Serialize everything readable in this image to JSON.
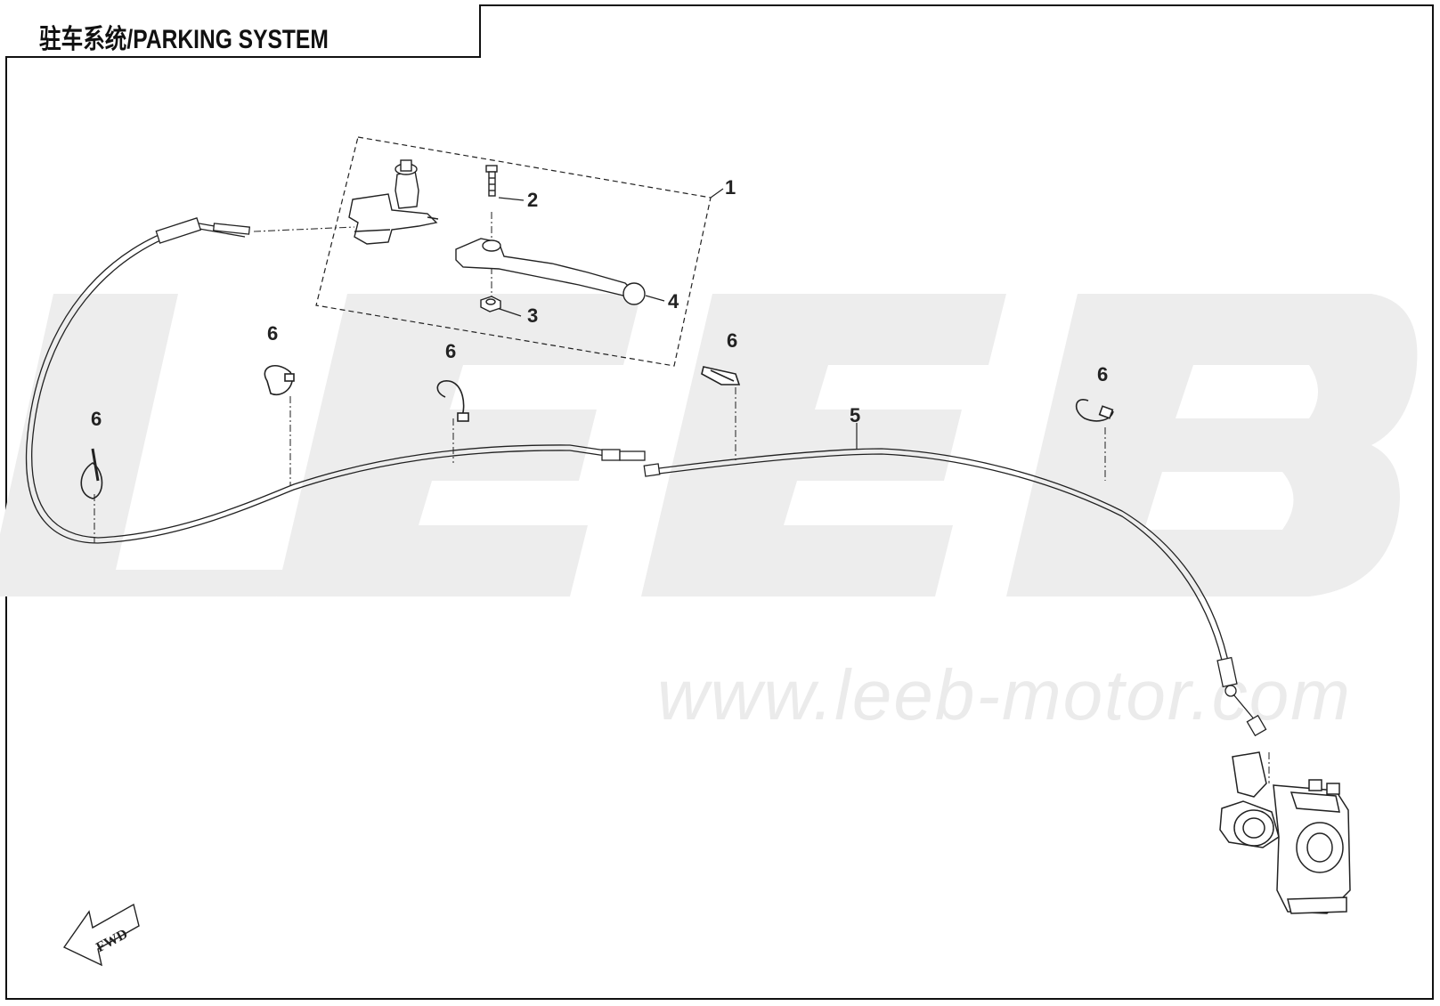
{
  "title": "驻车系统/PARKING SYSTEM",
  "watermark": {
    "logo": "LEEB",
    "url": "www.leeb-motor.com"
  },
  "callouts": {
    "c1": "1",
    "c2": "2",
    "c3": "3",
    "c4": "4",
    "c5": "5",
    "c6a": "6",
    "c6b": "6",
    "c6c": "6",
    "c6d": "6",
    "c6e": "6"
  },
  "fwd_arrow": "FWD",
  "colors": {
    "line": "#222222",
    "watermark": "#ededed"
  }
}
